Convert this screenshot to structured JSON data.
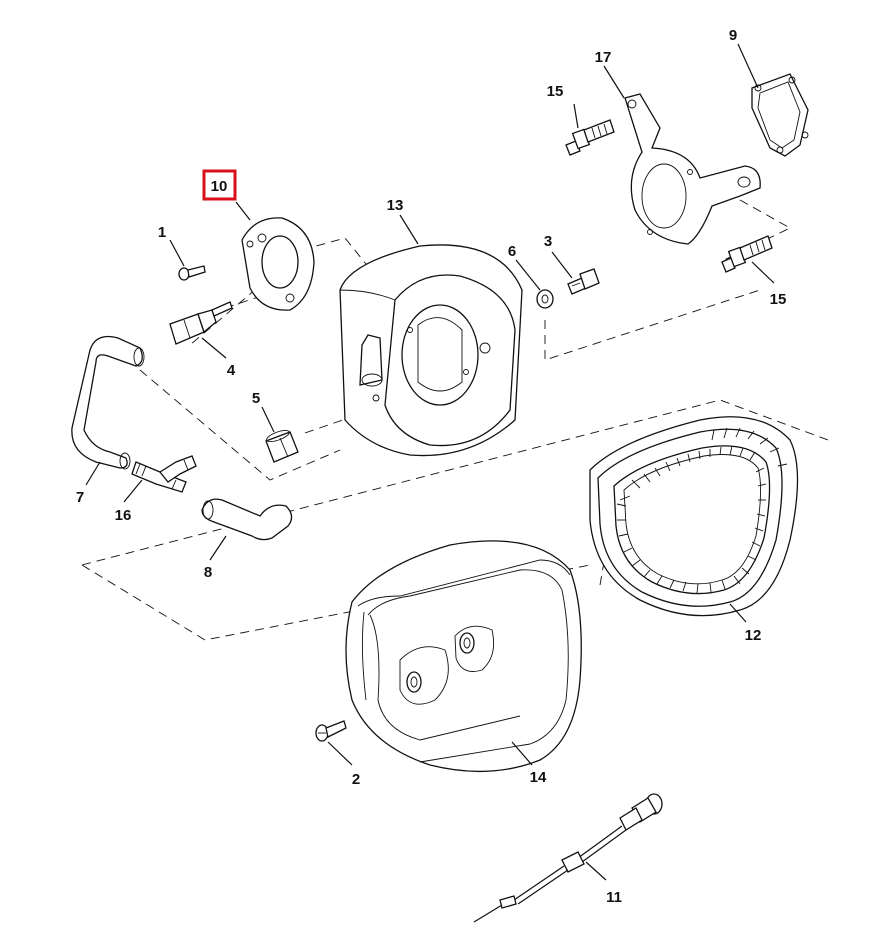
{
  "diagram": {
    "labels": {
      "p1": "1",
      "p2": "2",
      "p3": "3",
      "p4": "4",
      "p5": "5",
      "p6": "6",
      "p7": "7",
      "p8": "8",
      "p9": "9",
      "p10": "10",
      "p11": "11",
      "p12": "12",
      "p13": "13",
      "p14": "14",
      "p15a": "15",
      "p15b": "15",
      "p16": "16",
      "p17": "17"
    },
    "highlighted_label": "10",
    "colors": {
      "line": "#111111",
      "highlight": "#d8101a",
      "background": "#ffffff"
    }
  }
}
